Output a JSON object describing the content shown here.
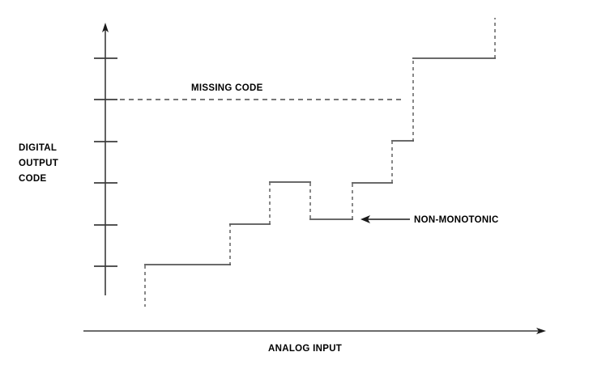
{
  "figure": {
    "type": "line",
    "title": "",
    "background_color": "#ffffff",
    "line_color": "#555555",
    "axis_color": "#3b3b3b",
    "text_color": "#000000"
  },
  "labels": {
    "y_axis_title_lines": [
      "DIGITAL",
      "OUTPUT",
      "CODE"
    ],
    "y_axis_title": "DIGITAL OUTPUT CODE",
    "x_axis_title": "ANALOG INPUT",
    "missing_code": "MISSING CODE",
    "non_monotonic": "NON-MONOTONIC"
  },
  "chart_data": {
    "type": "line",
    "title": "",
    "xlabel": "ANALOG INPUT",
    "ylabel": "DIGITAL OUTPUT CODE",
    "grid": false,
    "legend": false,
    "xlim": [
      0,
      8
    ],
    "ylim": [
      0,
      7
    ],
    "x_ticks": [],
    "y_ticks": [
      1,
      2,
      3,
      4,
      5,
      6
    ],
    "y_tick_labels": [],
    "description": "ADC transfer function staircase showing a missing code and a non-monotonic step",
    "series": [
      {
        "name": "ADC transfer function",
        "style": "staircase",
        "points": [
          {
            "x": 1.0,
            "y": 0.55,
            "kind": "dashed-riser-start"
          },
          {
            "x": 1.0,
            "y": 1.0
          },
          {
            "x": 3.05,
            "y": 1.0
          },
          {
            "x": 3.05,
            "y": 2.0
          },
          {
            "x": 4.05,
            "y": 2.0
          },
          {
            "x": 4.05,
            "y": 3.0
          },
          {
            "x": 5.0,
            "y": 3.0
          },
          {
            "x": 5.0,
            "y": 2.12
          },
          {
            "x": 6.0,
            "y": 2.12
          },
          {
            "x": 6.0,
            "y": 3.0
          },
          {
            "x": 7.0,
            "y": 3.0
          },
          {
            "x": 7.0,
            "y": 4.0
          },
          {
            "x": 7.5,
            "y": 4.0
          },
          {
            "x": 7.5,
            "y": 6.0
          },
          {
            "x": 9.5,
            "y": 6.0
          },
          {
            "x": 9.5,
            "y": 6.95,
            "kind": "dashed-riser-end"
          }
        ]
      }
    ],
    "annotations": [
      {
        "text": "MISSING CODE",
        "kind": "dashed-horizontal-line",
        "y": 5.0,
        "x_start": 0.35,
        "x_end": 7.1
      },
      {
        "text": "NON-MONOTONIC",
        "kind": "arrow-callout",
        "arrow_direction": "left",
        "points_to": {
          "x": 6.1,
          "y": 2.12
        }
      }
    ]
  },
  "geometry": {
    "y_axis": {
      "x": 130,
      "top": 30,
      "bottom": 365,
      "arrow_tip_y": 30
    },
    "x_axis": {
      "y": 409,
      "left": 103,
      "right": 673,
      "arrow_tip_x": 673
    },
    "tick_x_start": 116,
    "tick_x_end": 145,
    "tick_ys": [
      72,
      123,
      175,
      226,
      278,
      329
    ],
    "missing_code_line": {
      "y": 123,
      "x_start": 148,
      "x_end": 497
    },
    "callout": {
      "y": 271,
      "arrow_tip_x": 446,
      "tail_x": 506
    },
    "staircase_solid": [
      [
        179,
        327,
        285,
        327
      ],
      [
        280,
        277,
        334,
        277
      ],
      [
        333,
        225,
        384,
        225
      ],
      [
        383,
        271,
        436,
        271
      ],
      [
        434,
        226,
        485,
        226
      ],
      [
        484,
        174,
        511,
        174
      ],
      [
        510,
        72,
        612,
        72
      ]
    ],
    "staircase_dashed": [
      [
        179,
        327,
        179,
        379
      ],
      [
        284,
        327,
        284,
        277
      ],
      [
        333,
        277,
        333,
        225
      ],
      [
        383,
        225,
        383,
        271
      ],
      [
        435,
        271,
        435,
        226
      ],
      [
        484,
        226,
        484,
        174
      ],
      [
        510,
        174,
        510,
        72
      ],
      [
        611,
        72,
        611,
        22
      ]
    ]
  }
}
